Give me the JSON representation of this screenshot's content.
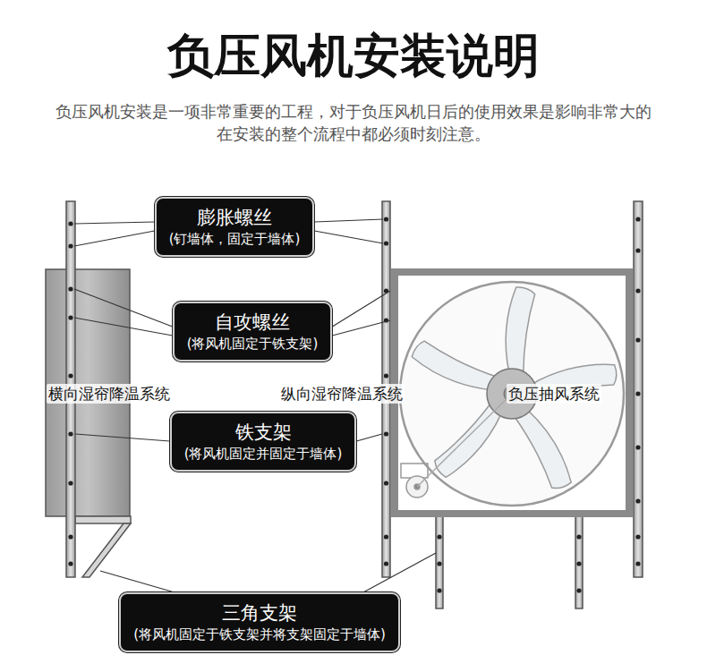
{
  "diagram": {
    "title": "负压风机安装说明",
    "caption": "负压风机安装是一项非常重要的工程，对于负压风机日后的使用效果是影响非常大的 在安装的整个流程中都必须时刻注意。",
    "nodes": [
      {
        "text": [
          "膨胀螺丝",
          "(钉墙体，固定于墙体)"
        ]
      },
      {
        "text": [
          "自攻螺丝",
          "(将风机固定于铁支架)"
        ]
      },
      {
        "text": [
          "铁支架",
          "(将风机固定并固定于墙体)"
        ]
      },
      {
        "text": [
          "三角支架",
          "(将风机固定于铁支架并将支架固定于墙体)"
        ]
      }
    ],
    "labels": [
      "横向湿帘降温系统",
      "纵向湿帘降温系统",
      "负压抽风系统"
    ]
  }
}
